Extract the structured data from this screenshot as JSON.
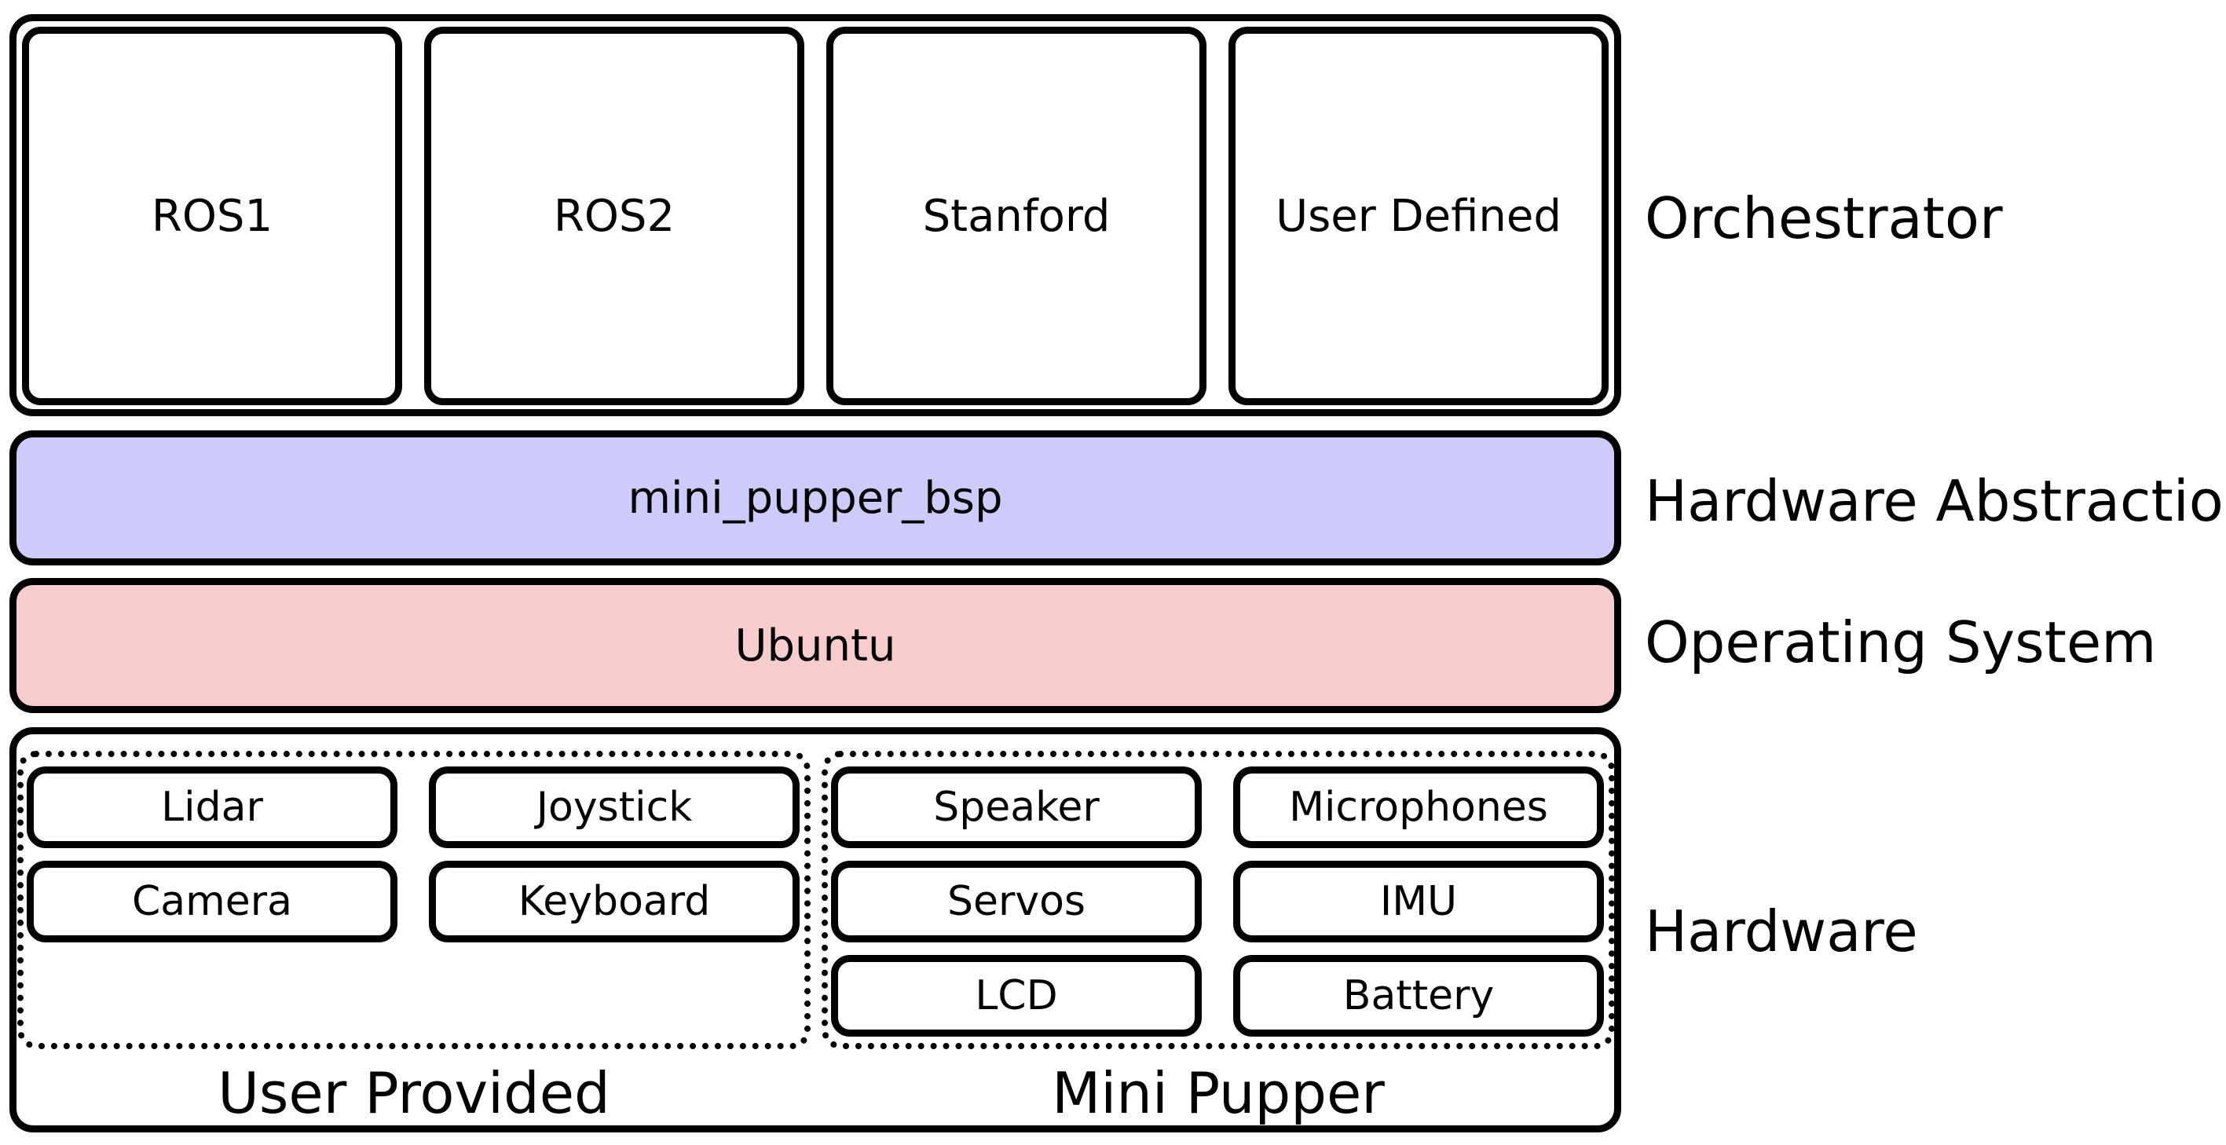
{
  "orchestrator": {
    "label": "Orchestrator",
    "items": [
      "ROS1",
      "ROS2",
      "Stanford",
      "User Defined"
    ]
  },
  "hardware_abstraction": {
    "label": "Hardware Abstraction",
    "text": "mini_pupper_bsp",
    "color": "#cccbf9"
  },
  "operating_system": {
    "label": "Operating System",
    "text": "Ubuntu",
    "color": "#f6cccc"
  },
  "hardware": {
    "label": "Hardware",
    "user_provided": {
      "label": "User Provided",
      "items": [
        "Lidar",
        "Joystick",
        "Camera",
        "Keyboard"
      ]
    },
    "mini_pupper": {
      "label": "Mini Pupper",
      "items": [
        "Speaker",
        "Microphones",
        "Servos",
        "IMU",
        "LCD",
        "Battery"
      ]
    }
  }
}
